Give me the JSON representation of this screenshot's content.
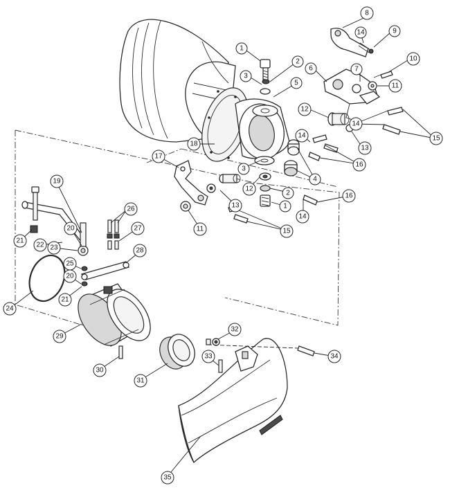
{
  "callouts": [
    {
      "id": "c1",
      "label": "1"
    },
    {
      "id": "c2",
      "label": "2"
    },
    {
      "id": "c3",
      "label": "3"
    },
    {
      "id": "c5",
      "label": "5"
    },
    {
      "id": "c6",
      "label": "6"
    },
    {
      "id": "c7",
      "label": "7"
    },
    {
      "id": "c8",
      "label": "8"
    },
    {
      "id": "c9",
      "label": "9"
    },
    {
      "id": "c10",
      "label": "10"
    },
    {
      "id": "c11",
      "label": "11"
    },
    {
      "id": "c12",
      "label": "12"
    },
    {
      "id": "c13",
      "label": "13"
    },
    {
      "id": "c14a",
      "label": "14"
    },
    {
      "id": "c14b",
      "label": "14"
    },
    {
      "id": "c14c",
      "label": "14"
    },
    {
      "id": "c15",
      "label": "15"
    },
    {
      "id": "c16",
      "label": "16"
    },
    {
      "id": "c18",
      "label": "18"
    },
    {
      "id": "c3b",
      "label": "3"
    },
    {
      "id": "c4",
      "label": "4"
    },
    {
      "id": "c17",
      "label": "17"
    },
    {
      "id": "c12b",
      "label": "12"
    },
    {
      "id": "c2b",
      "label": "2"
    },
    {
      "id": "c1b",
      "label": "1"
    },
    {
      "id": "c13b",
      "label": "13"
    },
    {
      "id": "c15b",
      "label": "15"
    },
    {
      "id": "c16b",
      "label": "16"
    },
    {
      "id": "c14d",
      "label": "14"
    },
    {
      "id": "c11b",
      "label": "11"
    },
    {
      "id": "c19",
      "label": "19"
    },
    {
      "id": "c26",
      "label": "26"
    },
    {
      "id": "c27",
      "label": "27"
    },
    {
      "id": "c28",
      "label": "28"
    },
    {
      "id": "c20",
      "label": "20"
    },
    {
      "id": "c21",
      "label": "21"
    },
    {
      "id": "c22",
      "label": "22"
    },
    {
      "id": "c23",
      "label": "23"
    },
    {
      "id": "c25",
      "label": "25"
    },
    {
      "id": "c20b",
      "label": "20"
    },
    {
      "id": "c21b",
      "label": "21"
    },
    {
      "id": "c24",
      "label": "24"
    },
    {
      "id": "c29",
      "label": "29"
    },
    {
      "id": "c30",
      "label": "30"
    },
    {
      "id": "c31",
      "label": "31"
    },
    {
      "id": "c32",
      "label": "32"
    },
    {
      "id": "c33",
      "label": "33"
    },
    {
      "id": "c34",
      "label": "34"
    },
    {
      "id": "c35",
      "label": "35"
    }
  ]
}
